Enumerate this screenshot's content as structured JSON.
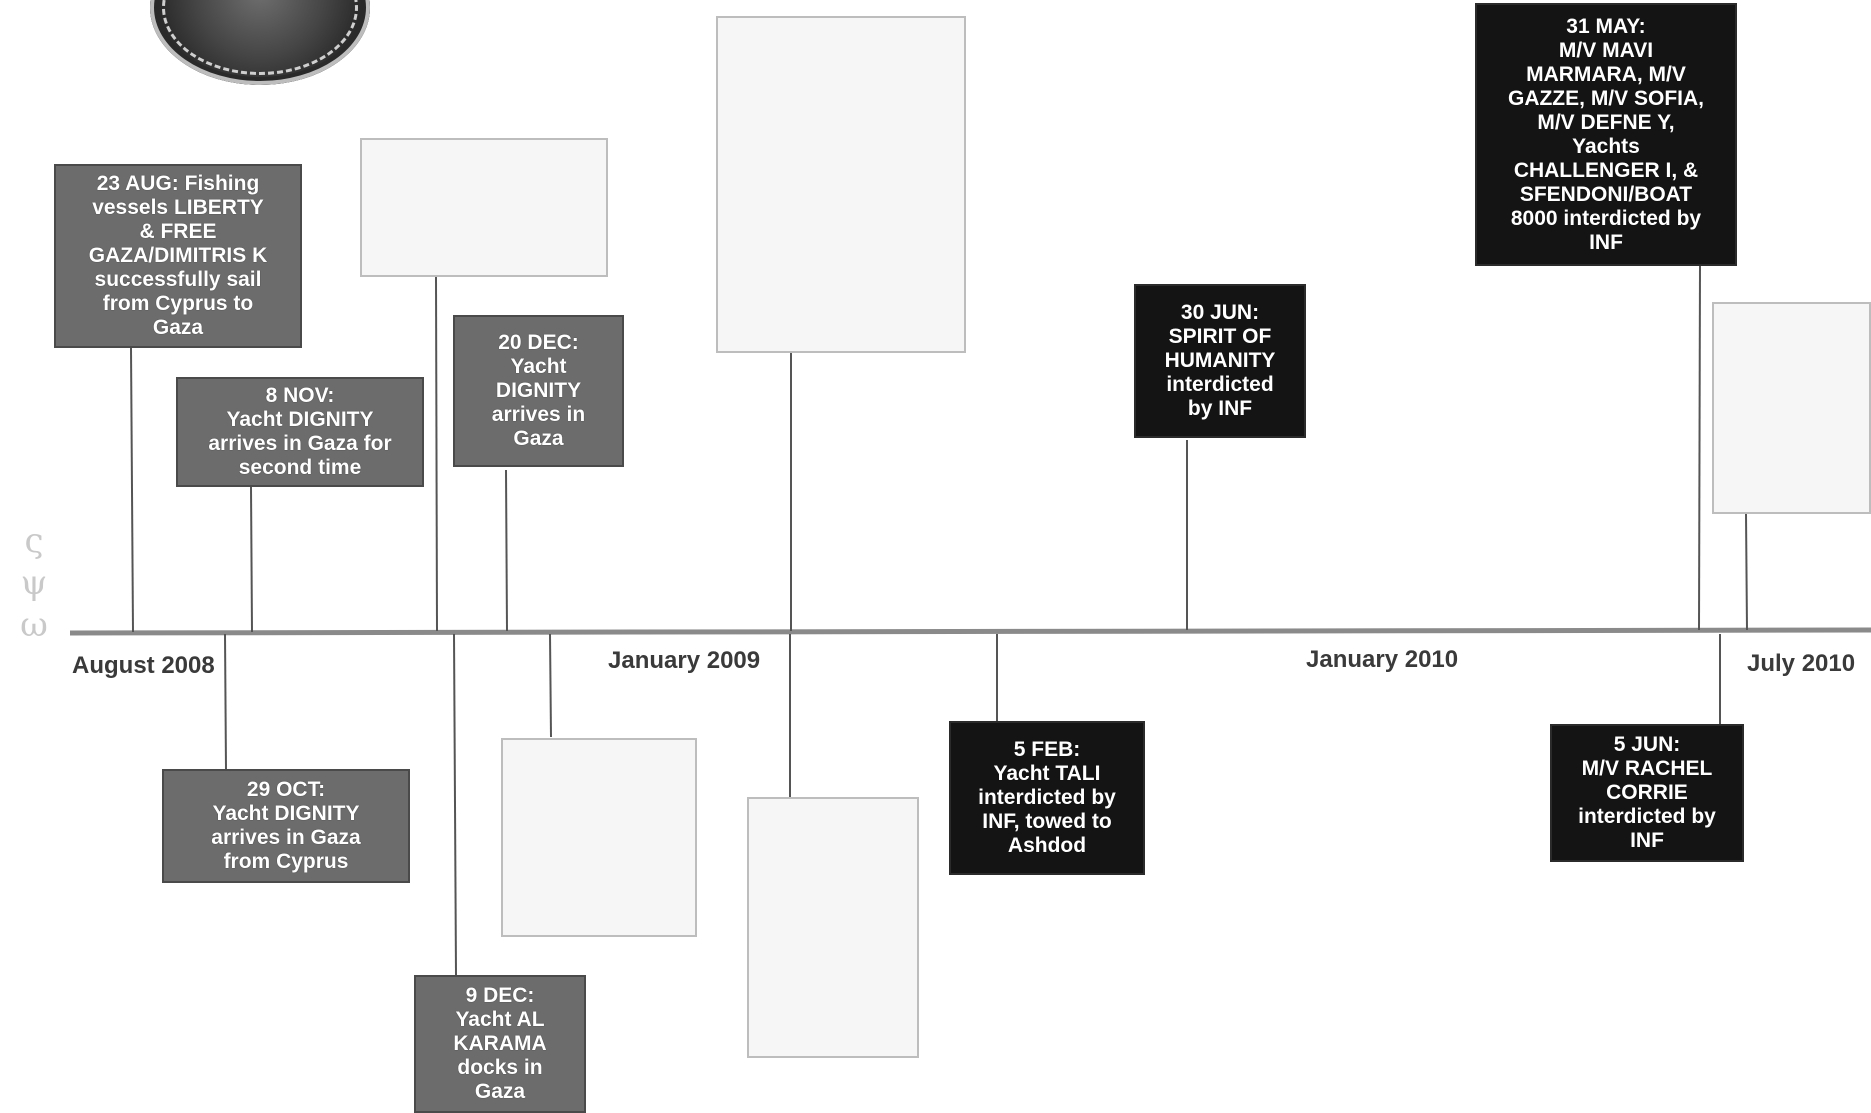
{
  "timeline": {
    "axis_labels": {
      "aug_2008": "August 2008",
      "jan_2009": "January 2009",
      "jan_2010": "January 2010",
      "jul_2010": "July 2010"
    },
    "events": {
      "aug23": "23 AUG: Fishing\nvessels LIBERTY\n& FREE\nGAZA/DIMITRIS K\nsuccessfully sail\nfrom Cyprus to\nGaza",
      "nov8": "8 NOV:\nYacht DIGNITY\narrives in Gaza for\nsecond time",
      "dec20": "20 DEC:\nYacht\nDIGNITY\narrives in\nGaza",
      "jun30": "30 JUN:\nSPIRIT OF\nHUMANITY\ninterdicted\nby INF",
      "may31": "31 MAY:\nM/V MAVI\nMARMARA, M/V\nGAZZE, M/V SOFIA,\nM/V DEFNE Y,\nYachts\nCHALLENGER I, &\nSFENDONI/BOAT\n8000 interdicted by\nINF",
      "oct29": "29 OCT:\nYacht DIGNITY\narrives in Gaza\nfrom Cyprus",
      "dec9": "9 DEC:\nYacht AL\nKARAMA\ndocks in\nGaza",
      "feb5": "5 FEB:\nYacht TALI\ninterdicted by\nINF, towed to\nAshdod",
      "jun5": "5 JUN:\nM/V RACHEL\nCORRIE\ninterdicted by\nINF"
    }
  }
}
